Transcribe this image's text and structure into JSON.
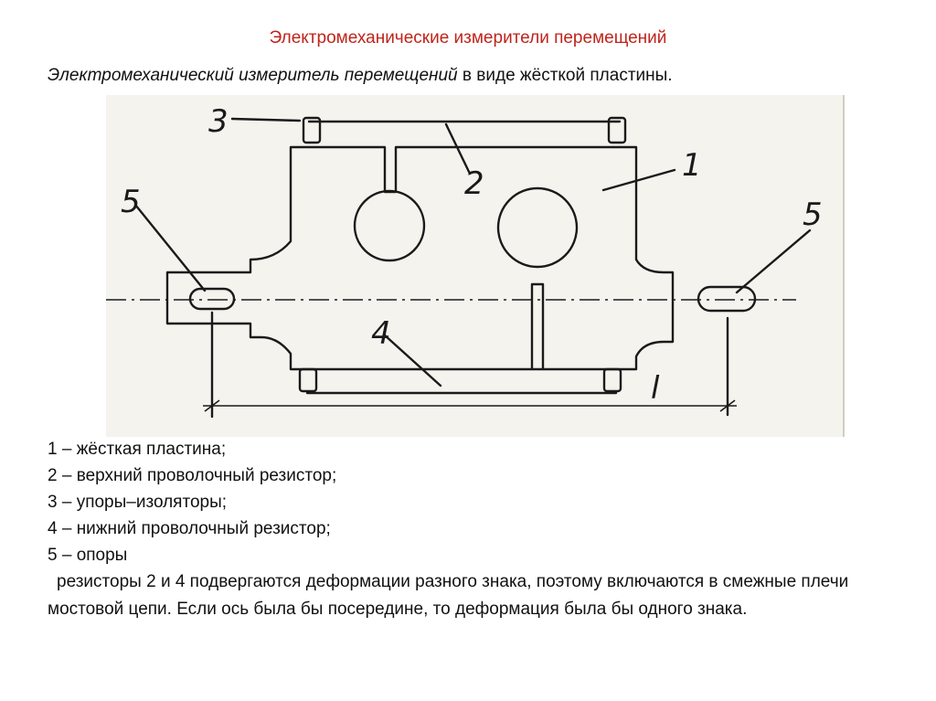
{
  "title": "Электромеханические измерители перемещений",
  "subtitle": {
    "italic": "Электромеханический измеритель перемещений",
    "rest": " в виде жёсткой пластины."
  },
  "figure": {
    "labels": [
      "3",
      "2",
      "1",
      "5",
      "5",
      "4",
      "l"
    ]
  },
  "legend": [
    "1 – жёсткая пластина;",
    "2 – верхний проволочный резистор;",
    "3 – упоры–изоляторы;",
    "4 – нижний проволочный резистор;",
    "5 – опоры"
  ],
  "note": "резисторы 2 и 4 подвергаются деформации разного знака, поэтому включаются в смежные плечи мостовой цепи. Если ось была бы посередине, то деформация была бы одного знака.",
  "colors": {
    "title": "#c0241b",
    "figure_bg": "#f4f3ee",
    "ink": "#1a1a1a"
  }
}
